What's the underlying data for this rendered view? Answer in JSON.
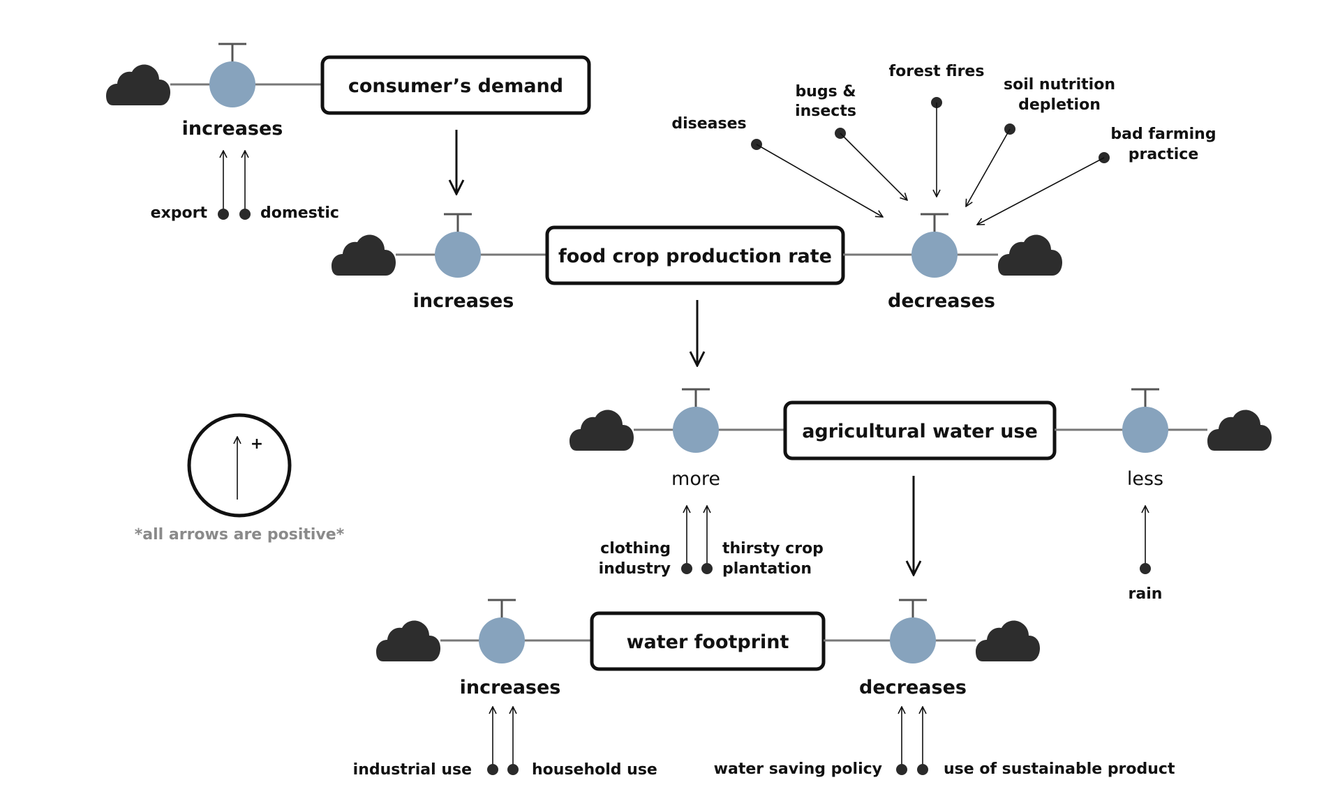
{
  "stocks": {
    "consumers_demand": "consumer’s demand",
    "food_crop_production_rate": "food crop production rate",
    "agricultural_water_use": "agricultural water use",
    "water_footprint": "water footprint"
  },
  "flows": {
    "demand_increases": "increases",
    "food_increases": "increases",
    "food_decreases": "decreases",
    "water_more": "more",
    "water_less": "less",
    "footprint_increases": "increases",
    "footprint_decreases": "decreases"
  },
  "causes": {
    "export": "export",
    "domestic": "domestic",
    "diseases": "diseases",
    "bugs_line1": "bugs &",
    "bugs_line2": "insects",
    "forest_fires": "forest fires",
    "soil_line1": "soil nutrition",
    "soil_line2": "depletion",
    "farming_line1": "bad farming",
    "farming_line2": "practice",
    "clothing_line1": "clothing",
    "clothing_line2": "industry",
    "thirsty_line1": "thirsty crop",
    "thirsty_line2": "plantation",
    "rain": "rain",
    "industrial_use": "industrial use",
    "household_use": "household use",
    "water_saving_policy": "water saving policy",
    "sustainable_product": "use of sustainable product"
  },
  "legend": {
    "plus": "+",
    "note": "*all arrows are positive*"
  },
  "colors": {
    "valve": "#87a3bd",
    "cloud": "#2d2d2d",
    "pipe": "#777777",
    "note": "#8a8a8a"
  }
}
